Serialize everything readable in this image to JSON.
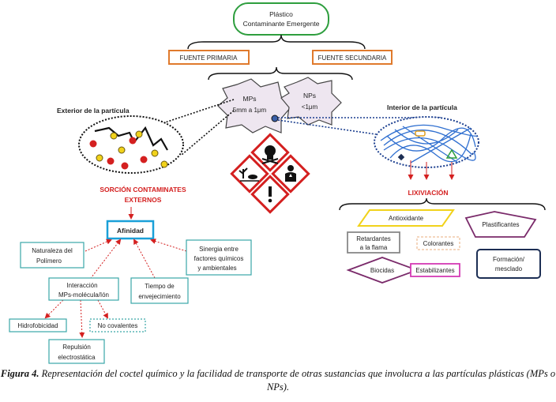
{
  "root": {
    "line1": "Plástico",
    "line2": "Contaminante Emergente"
  },
  "sources": {
    "primary": "FUENTE PRIMARIA",
    "secondary": "FUENTE SECUNDARIA"
  },
  "particles": {
    "mps_title": "MPs",
    "mps_size": "5mm a 1μm",
    "nps_title": "NPs",
    "nps_size": "<1μm"
  },
  "exterior": {
    "title": "Exterior de la partícula",
    "sorption_line1": "SORCIÓN CONTAMINATES",
    "sorption_line2": "EXTERNOS"
  },
  "interior": {
    "title": "Interior de la partícula",
    "leaching": "LIXIVIACIÓN"
  },
  "affinity": {
    "center": "Afinidad",
    "naturaleza_l1": "Naturaleza del",
    "naturaleza_l2": "Polímero",
    "sinergia_l1": "Sinergia entre",
    "sinergia_l2": "factores químicos",
    "sinergia_l3": "y ambientales",
    "interaccion_l1": "Interacción",
    "interaccion_l2": "MPs-molécula/Ión",
    "tiempo_l1": "Tiempo de",
    "tiempo_l2": "envejecimiento",
    "hidrofobicidad": "Hidrofobicidad",
    "no_covalentes": "No covalentes",
    "repulsion_l1": "Repulsión",
    "repulsion_l2": "electrostática"
  },
  "additives": {
    "antioxidante": "Antioxidante",
    "plastificantes": "Plastificantes",
    "retardantes_l1": "Retardantes",
    "retardantes_l2": "a la flama",
    "colorantes": "Colorantes",
    "formacion_l1": "Formación/",
    "formacion_l2": "mesclado",
    "biocidas": "Biocidas",
    "estabilizantes": "Estabilizantes"
  },
  "caption": {
    "label": "Figura 4.",
    "text": "Representación del coctel químico y la facilidad de transporte de otras sustancias que involucra a las partículas plásticas (MPs o NPs)."
  },
  "colors": {
    "green": "#2e9e3e",
    "orange": "#e07a2c",
    "red": "#d42020",
    "cyan": "#1aa0d8",
    "teal": "#3aa6a8",
    "navy": "#1c2e54",
    "yellow": "#f1d21b",
    "purple": "#7a2a6a",
    "magenta": "#d43ab4",
    "ring_blue": "#2f6fd0"
  }
}
